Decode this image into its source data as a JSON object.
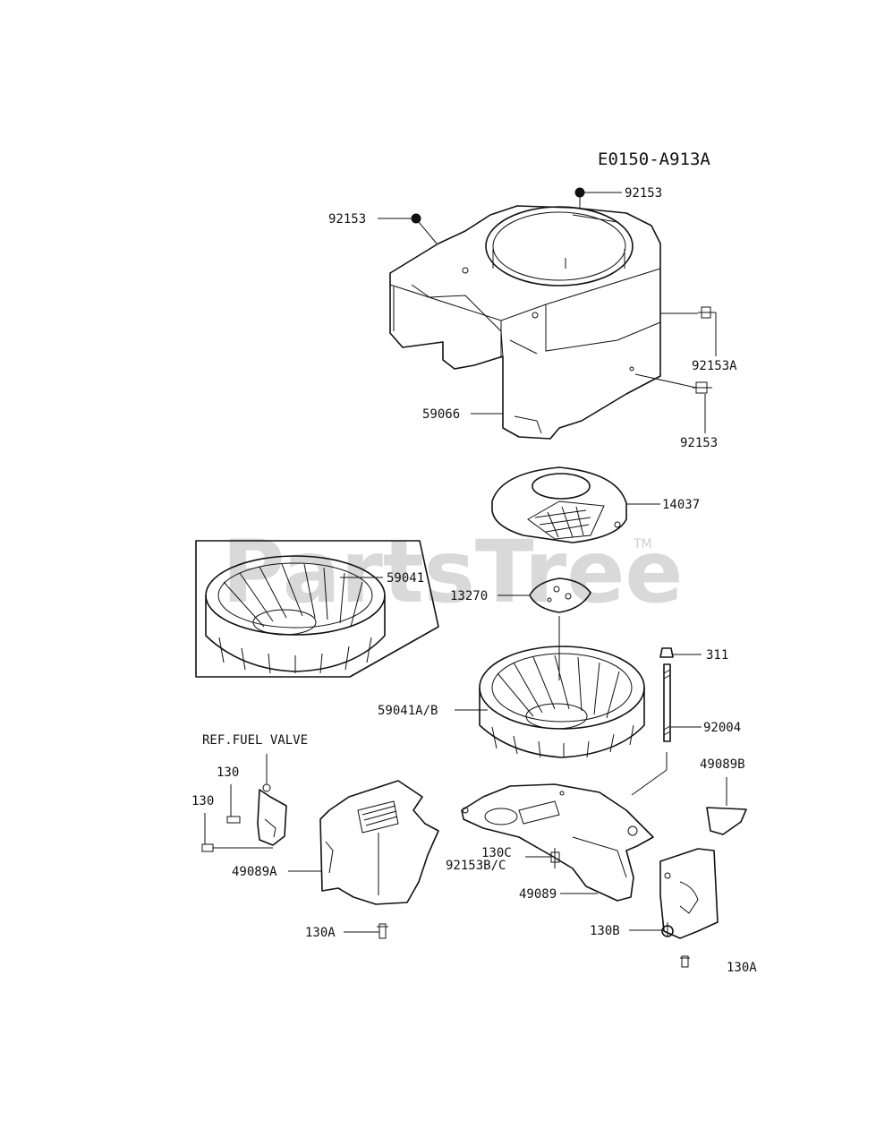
{
  "diagram": {
    "code": "E0150-A913A",
    "watermark": "PartsTree",
    "watermark_tm": "TM",
    "labels": {
      "p92153_top": "92153",
      "p92153_left": "92153",
      "p92153A": "92153A",
      "p92153_right": "92153",
      "p59066": "59066",
      "p14037": "14037",
      "p59041": "59041",
      "p13270": "13270",
      "p311": "311",
      "p59041AB": "59041A/B",
      "p92004": "92004",
      "ref_fuel_valve": "REF.FUEL VALVE",
      "p130_top": "130",
      "p130_left": "130",
      "p49089B": "49089B",
      "p49089A": "49089A",
      "p130C": "130C",
      "p92153BC": "92153B/C",
      "p49089": "49089",
      "p130A_left": "130A",
      "p130B": "130B",
      "p130A_right": "130A"
    }
  }
}
